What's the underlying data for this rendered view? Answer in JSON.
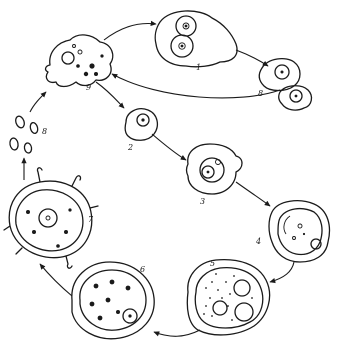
{
  "stage_labels": {
    "l1": "1",
    "l2": "2",
    "l3": "3",
    "l4": "4",
    "l5": "5",
    "l6": "6",
    "l7": "7",
    "l8a": "8",
    "l8b": "8",
    "l9": "9"
  }
}
